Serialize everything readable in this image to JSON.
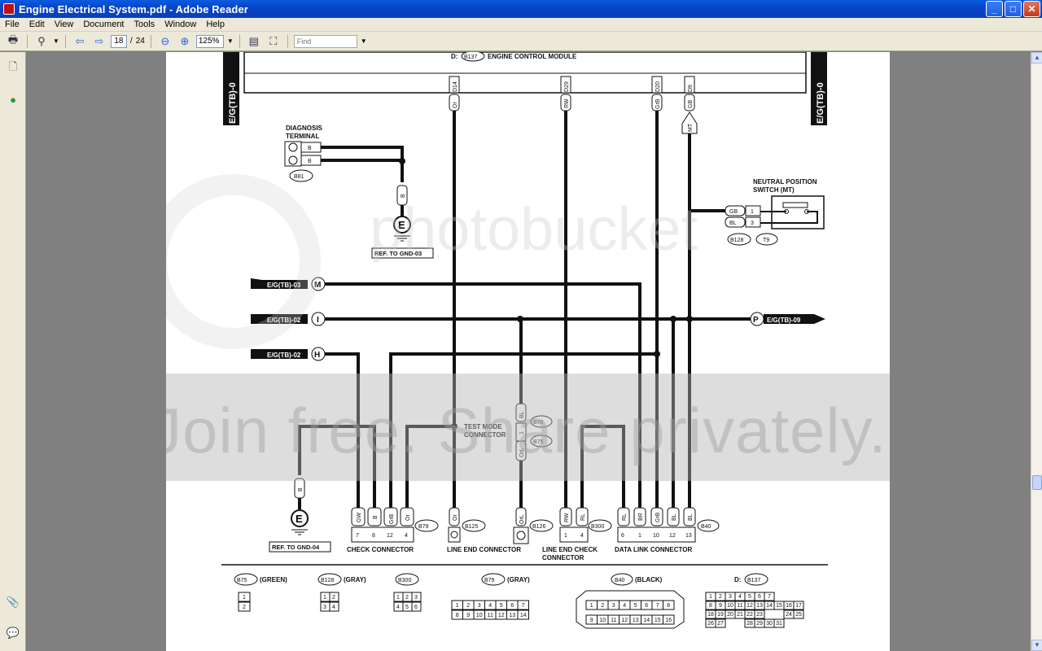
{
  "window": {
    "title": "Engine Electrical System.pdf - Adobe Reader",
    "minimize": "_",
    "maximize": "□",
    "close": "✕"
  },
  "menu": [
    "File",
    "Edit",
    "View",
    "Document",
    "Tools",
    "Window",
    "Help"
  ],
  "toolbar": {
    "page_current": "18",
    "page_separator": "/",
    "page_total": "24",
    "zoom": "125%",
    "find_placeholder": "Find"
  },
  "watermark": {
    "logo": "photobucket",
    "banner": "Join free. Share privately."
  },
  "diagram": {
    "ecm_label": "ENGINE CONTROL MODULE",
    "ecm_prefix": "D:",
    "ecm_connector": "B137",
    "side_label": "E/G(TB)-0",
    "ecm_pins": [
      "D14",
      "D29",
      "D20",
      "D9"
    ],
    "ecm_wires": [
      "Or",
      "RW",
      "GrB",
      "GB"
    ],
    "mt_label": "MT",
    "diagnosis_terminal": "DIAGNOSIS\nTERMINAL",
    "diag_wire": "B",
    "b81": "B81",
    "gnd_wire": "B",
    "ref_gnd_03": "REF. TO GND-03",
    "ref_gnd_04": "REF. TO GND-04",
    "ground_symbol": "E",
    "neutral_switch": "NEUTRAL POSITION\nSWITCH (MT)",
    "nps_wires": [
      "GB",
      "BL"
    ],
    "nps_pins": [
      "1",
      "3"
    ],
    "b128": "B128",
    "t9": "T9",
    "bus": [
      {
        "label": "E/G(TB)-03",
        "tag": "M"
      },
      {
        "label": "E/G(TB)-02",
        "tag": "I"
      },
      {
        "label": "E/G(TB)-02",
        "tag": "H"
      }
    ],
    "right_bus": {
      "label": "E/G(TB)-09",
      "tag": "P"
    },
    "test_mode": "TEST MODE\nCONNECTOR",
    "b76": "B76",
    "b75": "B75",
    "test_wires": [
      "BL",
      "OrL"
    ],
    "test_pin": "1",
    "check_connector": {
      "label": "CHECK CONNECTOR",
      "id": "B79",
      "wires": [
        "GW",
        "B",
        "GrB",
        "Or"
      ],
      "pins": [
        "7",
        "8",
        "12",
        "4"
      ]
    },
    "line_end": {
      "label": "LINE END CONNECTOR",
      "b125": "B125",
      "b126": "B126",
      "wires": [
        "Or",
        "OrL"
      ]
    },
    "line_end_check": {
      "label": "LINE END CHECK\nCONNECTOR",
      "id": "B300",
      "wires": [
        "RW",
        "RL"
      ],
      "pins": [
        "1",
        "4"
      ]
    },
    "data_link": {
      "label": "DATA LINK CONNECTOR",
      "id": "B40",
      "wires": [
        "RL",
        "BR",
        "GrB",
        "BL",
        "BL"
      ],
      "pins": [
        "6",
        "1",
        "10",
        "12",
        "13"
      ]
    },
    "legend": [
      {
        "id": "B75",
        "color": "(GREEN)"
      },
      {
        "id": "B128",
        "color": "(GRAY)"
      },
      {
        "id": "B300",
        "color": ""
      },
      {
        "id": "B79",
        "color": "(GRAY)"
      },
      {
        "id": "B40",
        "color": "(BLACK)"
      },
      {
        "id": "B137",
        "color": "",
        "prefix": "D:"
      }
    ],
    "legend_grids": {
      "b75": [
        "1",
        "2"
      ],
      "b128": [
        "1",
        "2",
        "3",
        "4"
      ],
      "b300": [
        "1",
        "2",
        "3",
        "4",
        "5",
        "6"
      ],
      "b79_top": [
        "1",
        "2",
        "3",
        "4",
        "5",
        "6",
        "7"
      ],
      "b79_bot": [
        "8",
        "9",
        "10",
        "11",
        "12",
        "13",
        "14"
      ],
      "b40_top": [
        "1",
        "2",
        "3",
        "4",
        "5",
        "6",
        "7",
        "8"
      ],
      "b40_bot": [
        "9",
        "10",
        "11",
        "12",
        "13",
        "14",
        "15",
        "16"
      ],
      "b137_r1": [
        "1",
        "2",
        "3",
        "4",
        "5",
        "6",
        "7"
      ],
      "b137_r2": [
        "8",
        "9",
        "10",
        "11",
        "12",
        "13",
        "14",
        "15",
        "16",
        "17"
      ],
      "b137_r3": [
        "18",
        "19",
        "20",
        "21",
        "22",
        "23",
        "24",
        "25"
      ],
      "b137_r4": [
        "26",
        "27",
        "28",
        "29",
        "30",
        "31"
      ]
    }
  }
}
